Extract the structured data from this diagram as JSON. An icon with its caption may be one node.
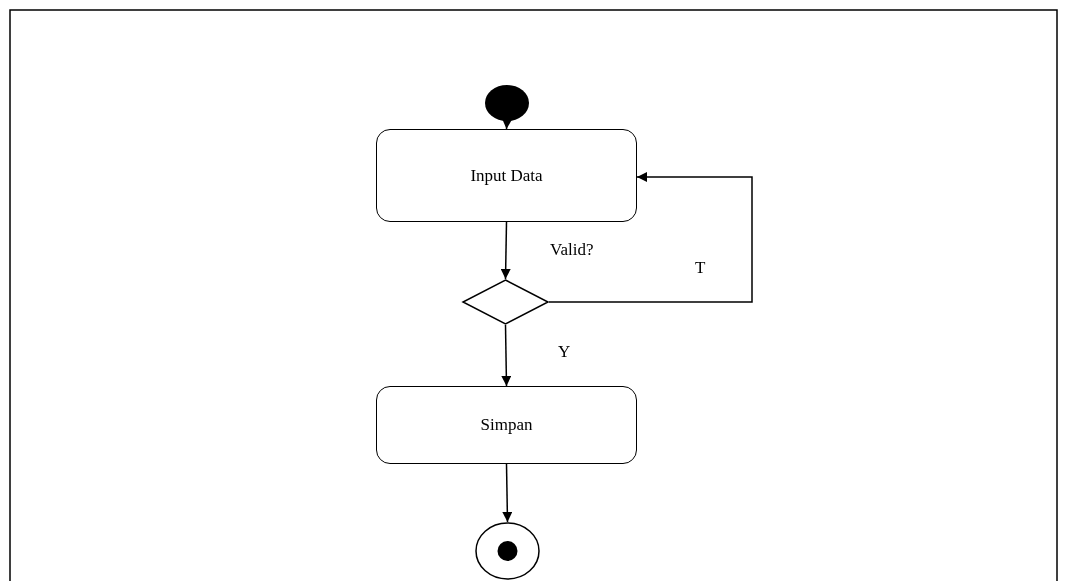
{
  "diagram": {
    "nodes": [
      {
        "text": [],
        "shape": "circle"
      },
      {
        "text": [
          "Input Data"
        ]
      },
      {
        "text": [],
        "shape": "diamond",
        "beside": [
          "Valid?"
        ]
      },
      {
        "text": [
          "Simpan"
        ]
      },
      {
        "text": [],
        "shape": "circle"
      }
    ],
    "edges": [
      {
        "from": 0,
        "to": 1,
        "arrow": "to"
      },
      {
        "from": 1,
        "to": 2,
        "arrow": "to"
      },
      {
        "from": 2,
        "to": 1,
        "arrow": "to",
        "label": "T"
      },
      {
        "from": 2,
        "to": 3,
        "arrow": "to",
        "label": "Y"
      },
      {
        "from": 3,
        "to": 4,
        "arrow": "to"
      }
    ]
  }
}
